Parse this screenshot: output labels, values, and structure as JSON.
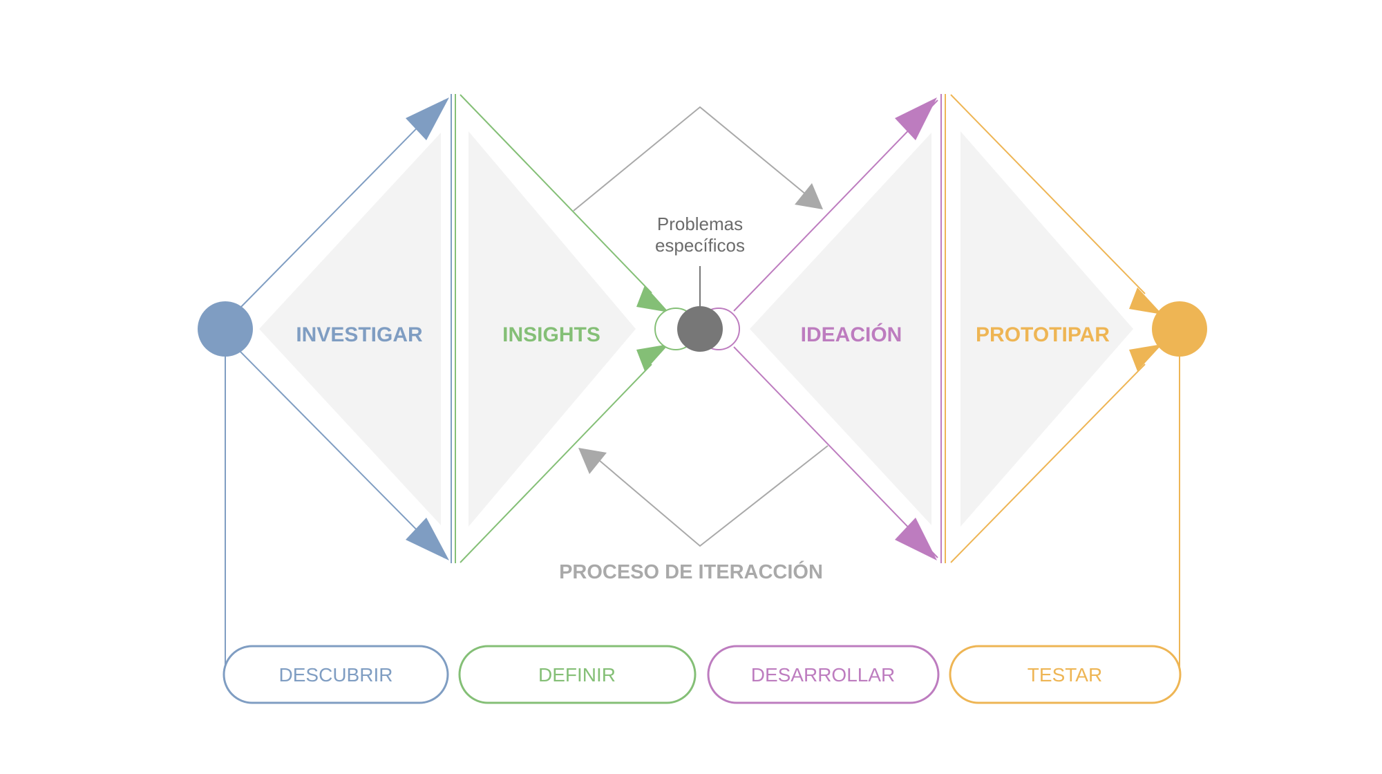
{
  "colors": {
    "blue": "#7f9dc2",
    "green": "#84bf76",
    "purple": "#bd7cbf",
    "orange": "#eeb554",
    "gray": "#a9a9a9",
    "dark": "#777777",
    "fill": "#f3f3f3"
  },
  "phases": [
    {
      "id": "investigar",
      "label": "INVESTIGAR",
      "color": "blue"
    },
    {
      "id": "insights",
      "label": "INSIGHTS",
      "color": "green"
    },
    {
      "id": "ideacion",
      "label": "IDEACIÓN",
      "color": "purple"
    },
    {
      "id": "prototipar",
      "label": "PROTOTIPAR",
      "color": "orange"
    }
  ],
  "center_note": {
    "line1": "Problemas",
    "line2": "específicos"
  },
  "iteration_label": "PROCESO DE ITERACCIÓN",
  "stages": [
    {
      "id": "descubrir",
      "label": "DESCUBRIR",
      "color": "blue"
    },
    {
      "id": "definir",
      "label": "DEFINIR",
      "color": "green"
    },
    {
      "id": "desarrollar",
      "label": "DESARROLLAR",
      "color": "purple"
    },
    {
      "id": "testar",
      "label": "TESTAR",
      "color": "orange"
    }
  ]
}
